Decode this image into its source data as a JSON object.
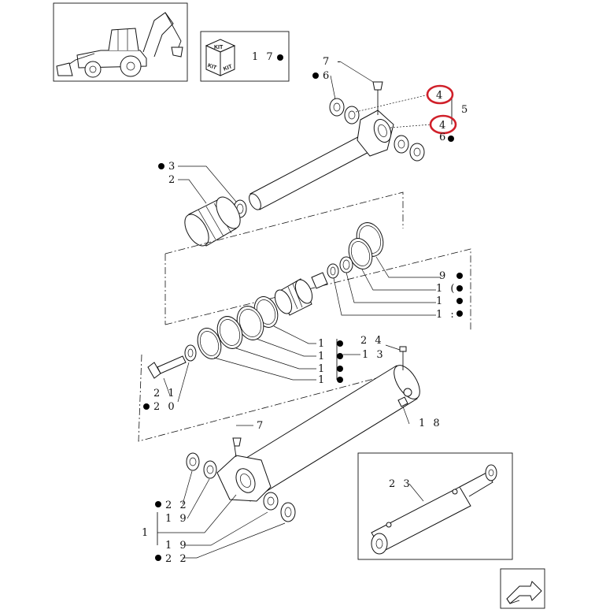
{
  "colors": {
    "line": "#111111",
    "highlight": "#d0202a",
    "background": "#ffffff"
  },
  "kit_box": {
    "kit_text": "KIT",
    "label": "1 7"
  },
  "callouts": [
    {
      "id": "7-top",
      "text": "7 -"
    },
    {
      "id": "6-top",
      "text": "6"
    },
    {
      "id": "4-a",
      "text": "4"
    },
    {
      "id": "5",
      "text": "5"
    },
    {
      "id": "4-b",
      "text": "4"
    },
    {
      "id": "6-right",
      "text": "6"
    },
    {
      "id": "3",
      "text": "3"
    },
    {
      "id": "2",
      "text": "2"
    },
    {
      "id": "9",
      "text": "9"
    },
    {
      "id": "1a",
      "text": "1 ("
    },
    {
      "id": "1b",
      "text": "1"
    },
    {
      "id": "1c",
      "text": "1 :"
    },
    {
      "id": "1d",
      "text": "1"
    },
    {
      "id": "1e",
      "text": "1"
    },
    {
      "id": "1f",
      "text": "1"
    },
    {
      "id": "1g",
      "text": "1"
    },
    {
      "id": "24",
      "text": "2 4"
    },
    {
      "id": "13",
      "text": "1 3"
    },
    {
      "id": "21",
      "text": "2 1"
    },
    {
      "id": "20",
      "text": "2 0"
    },
    {
      "id": "18",
      "text": "1 8"
    },
    {
      "id": "7-bottom",
      "text": "7"
    },
    {
      "id": "22a",
      "text": "2 2"
    },
    {
      "id": "19a",
      "text": "1 9"
    },
    {
      "id": "1-body",
      "text": "1"
    },
    {
      "id": "19b",
      "text": "1 9"
    },
    {
      "id": "22b",
      "text": "2 2"
    },
    {
      "id": "23",
      "text": "2 3"
    }
  ],
  "icons": {
    "machine": "backhoe-loader-icon",
    "kit": "kit-box-icon",
    "nav": "next-page-arrow-icon"
  }
}
